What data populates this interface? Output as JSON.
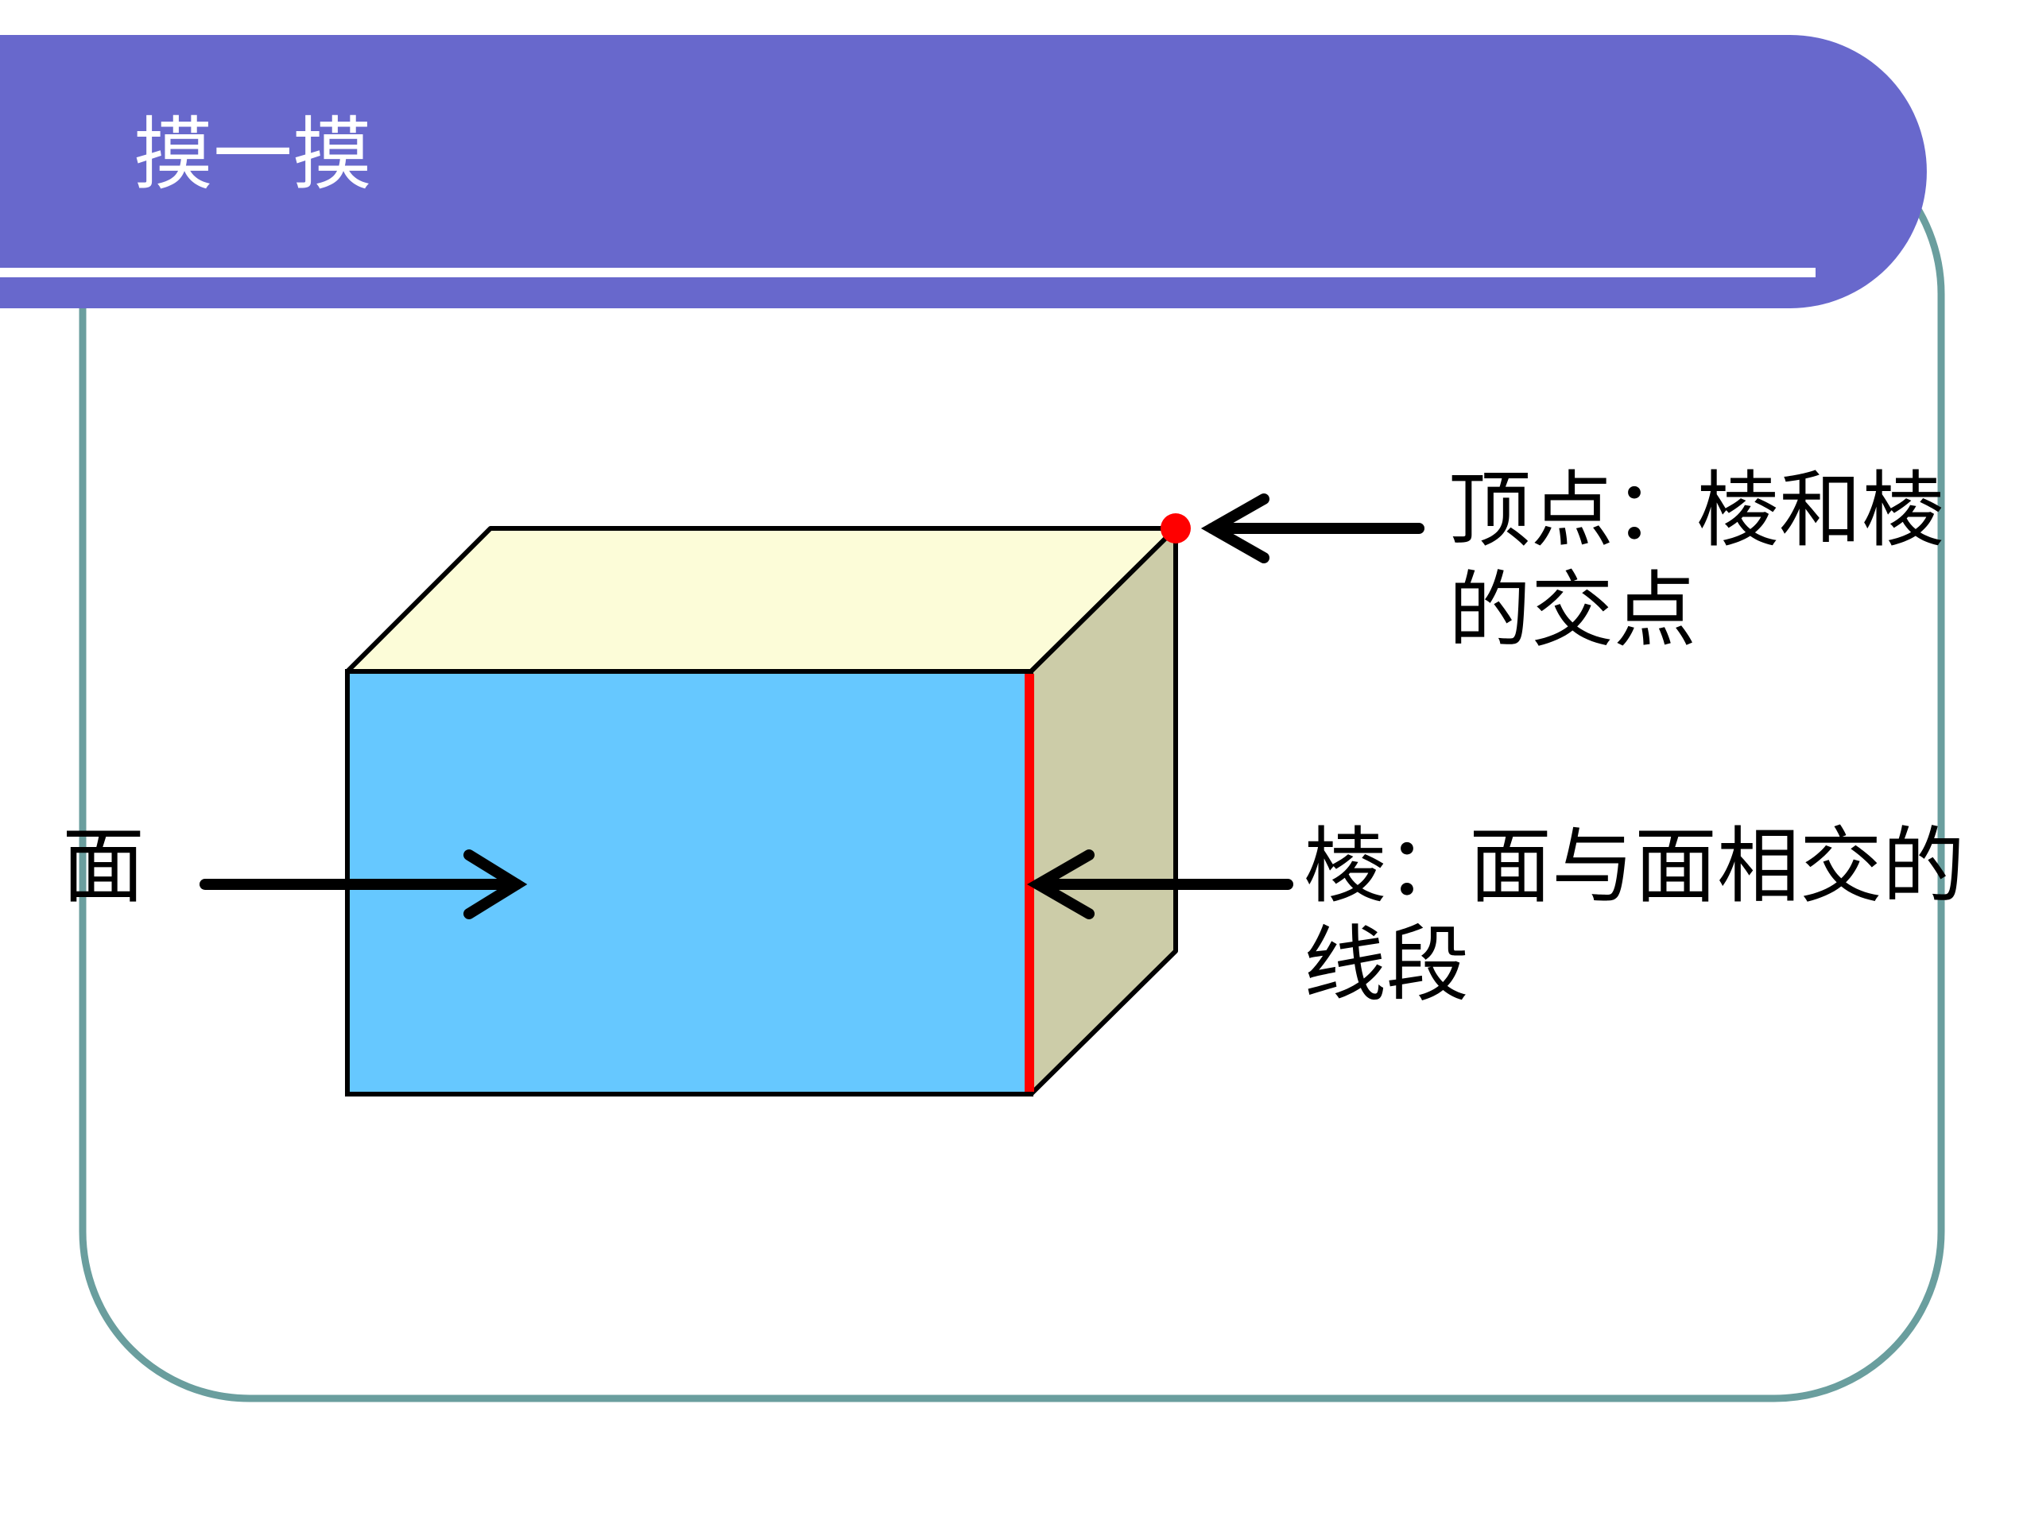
{
  "slide": {
    "title": "摸一摸",
    "colors": {
      "header_band": "#6868cc",
      "frame_border": "#6a9e9e",
      "front_face": "#66c8ff",
      "top_face": "#fcfcd8",
      "side_face": "#cccca8",
      "edge_highlight": "#ff0000",
      "vertex_dot": "#ff0000",
      "arrow": "#000000"
    }
  },
  "diagram": {
    "labels": {
      "vertex": [
        "顶点：棱和棱",
        "的交点"
      ],
      "edge": [
        "棱：面与面相交的",
        "线段"
      ],
      "face": "面"
    }
  }
}
